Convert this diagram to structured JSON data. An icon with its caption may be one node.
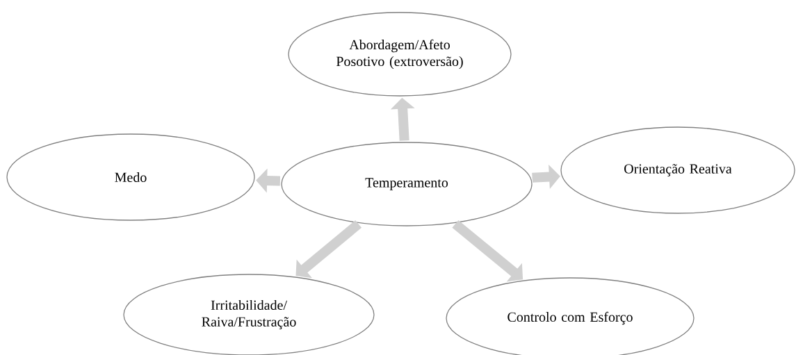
{
  "diagram": {
    "nodes": [
      {
        "text": [
          "Abordagem/Afeto Posotivo (extroversão)"
        ]
      },
      {
        "text": [
          "Medo"
        ]
      },
      {
        "text": [
          "Temperamento"
        ]
      },
      {
        "text": [
          "Orientação Reativa"
        ]
      },
      {
        "text": [
          "Irritabilidade/ Raiva/Frustração"
        ]
      },
      {
        "text": [
          "Controlo com Esforço"
        ]
      }
    ],
    "edges": [
      {
        "from": 2,
        "to": 0,
        "arrow": "to"
      },
      {
        "from": 2,
        "to": 1,
        "arrow": "to"
      },
      {
        "from": 2,
        "to": 3,
        "arrow": "to"
      },
      {
        "from": 2,
        "to": 4,
        "arrow": "to"
      },
      {
        "from": 2,
        "to": 5,
        "arrow": "to"
      }
    ]
  }
}
